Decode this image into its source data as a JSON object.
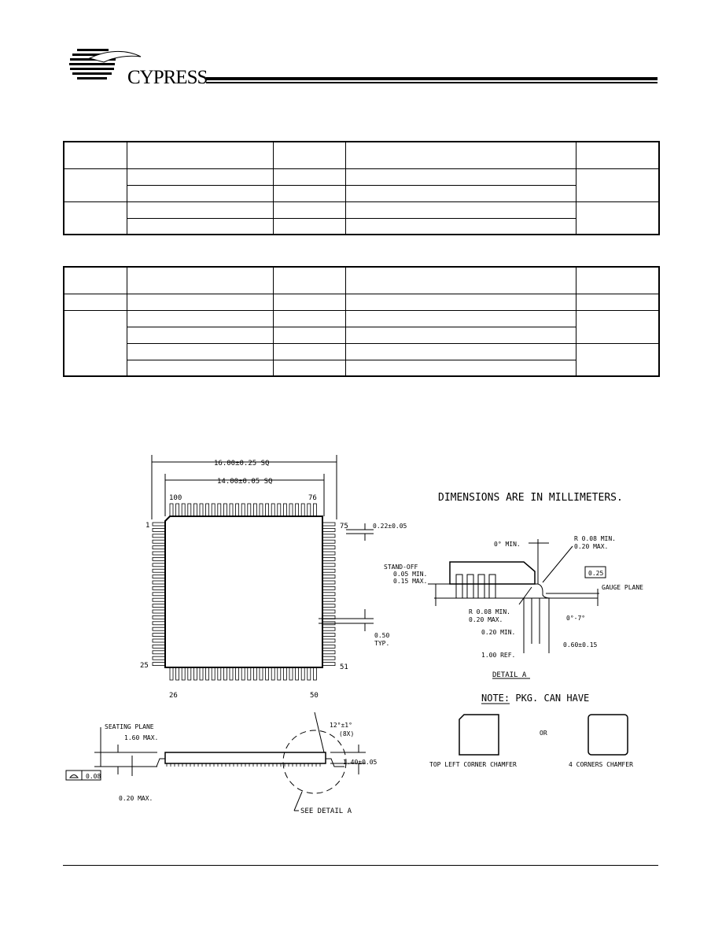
{
  "header": {
    "brand": "CYPRESS",
    "logo_icon": "cypress-tree-logo-icon"
  },
  "drawing": {
    "top_view": {
      "outer_dim": "16.00±0.25 SQ",
      "inner_dim": "14.00±0.05 SQ",
      "pin_100": "100",
      "pin_76": "76",
      "pin_1": "1",
      "pin_75": "75",
      "pin_25": "25",
      "pin_51": "51",
      "pin_26": "26",
      "pin_50": "50",
      "lead_width": "0.22±0.05",
      "pitch_line1": "0.50",
      "pitch_line2": "TYP."
    },
    "side_view": {
      "seating_plane": "SEATING PLANE",
      "max_height": "1.60 MAX.",
      "coplanarity": "0.08",
      "standoff_max": "0.20 MAX.",
      "angle_line1": "12°±1°",
      "angle_line2": "(8X)",
      "body_thickness": "1.40±0.05",
      "see_detail": "SEE DETAIL A"
    },
    "notes": {
      "units": "DIMENSIONS ARE IN MILLIMETERS.",
      "pkg_note": "NOTE: PKG. CAN HAVE",
      "or": "OR",
      "chamfer_left": "TOP LEFT CORNER CHAMFER",
      "chamfer_right": "4 CORNERS CHAMFER"
    },
    "detail_a": {
      "min_angle": "0° MIN.",
      "r_top_line1": "R 0.08 MIN.",
      "r_top_line2": "0.20 MAX.",
      "standoff_line1": "STAND-OFF",
      "standoff_line2": "0.05 MIN.",
      "standoff_line3": "0.15 MAX.",
      "gauge_value": "0.25",
      "gauge_plane": "GAUGE PLANE",
      "r_bottom_line1": "R 0.08 MIN.",
      "r_bottom_line2": "0.20 MAX.",
      "foot_angle": "0°-7°",
      "min_020": "0.20 MIN.",
      "foot_length": "0.60±0.15",
      "ref_length": "1.00 REF.",
      "title": "DETAIL A"
    }
  }
}
